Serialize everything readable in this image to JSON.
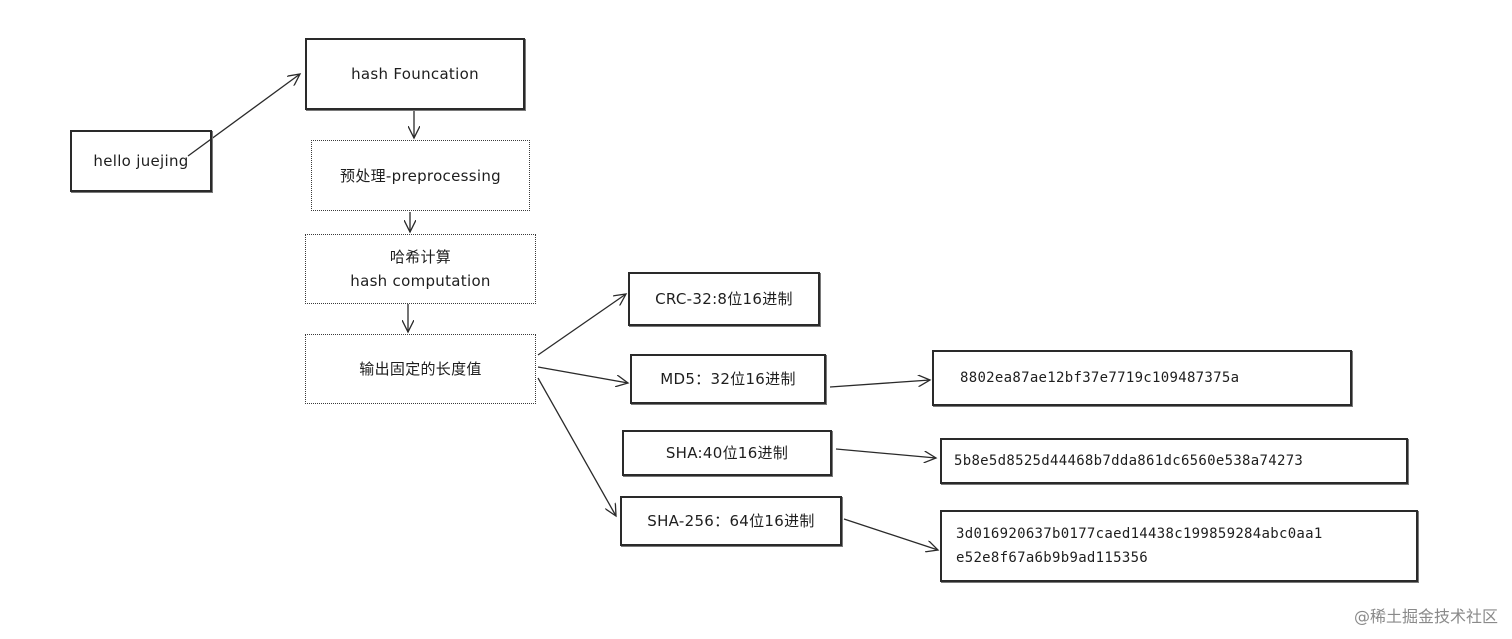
{
  "nodes": {
    "input": "hello juejing",
    "hash_function": "hash Founcation",
    "preprocessing": "预处理-preprocessing",
    "hash_computation_zh": "哈希计算",
    "hash_computation_en": "hash computation",
    "output": "输出固定的长度值",
    "crc32": "CRC-32:8位16进制",
    "md5": "MD5：32位16进制",
    "md5_value": "8802ea87ae12bf37e7719c109487375a",
    "sha": "SHA:40位16进制",
    "sha_value": "5b8e5d8525d44468b7dda861dc6560e538a74273",
    "sha256": "SHA-256：64位16进制",
    "sha256_value_line1": "3d016920637b0177caed14438c199859284abc0aa1",
    "sha256_value_line2": "e52e8f67a6b9b9ad115356"
  },
  "watermark": "@稀土掘金技术社区",
  "colors": {
    "stroke": "#2a2a2a",
    "text": "#1e1e1e",
    "watermark": "#8a8a8a"
  }
}
